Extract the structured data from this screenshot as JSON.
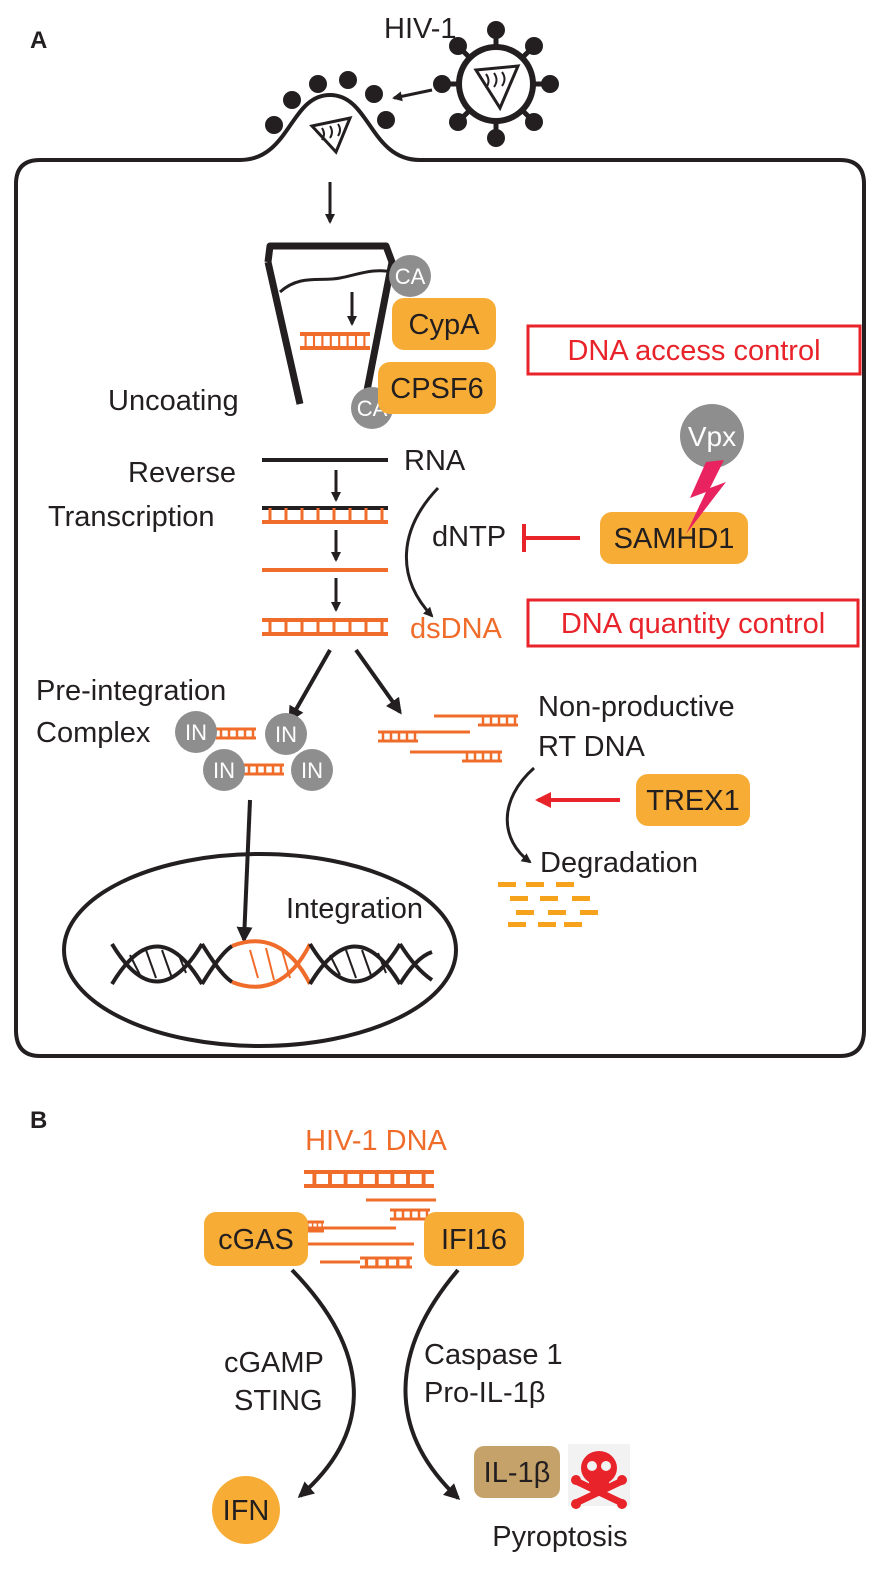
{
  "panels": {
    "a": "A",
    "b": "B"
  },
  "labels": {
    "hiv1": "HIV-1",
    "ca": "CA",
    "cypa": "CypA",
    "cpsf6": "CPSF6",
    "uncoating": "Uncoating",
    "dna_access_control": "DNA access control",
    "vpx": "Vpx",
    "reverse": "Reverse",
    "transcription": "Transcription",
    "rna": "RNA",
    "dntp": "dNTP",
    "samhd1": "SAMHD1",
    "dsdna": "dsDNA",
    "dna_quantity_control": "DNA quantity control",
    "pre_integration": "Pre-integration",
    "complex": "Complex",
    "in": "IN",
    "non_productive": "Non-productive",
    "rt_dna": "RT DNA",
    "trex1": "TREX1",
    "degradation": "Degradation",
    "integration": "Integration",
    "hiv1_dna": "HIV-1 DNA",
    "cgas": "cGAS",
    "ifi16": "IFI16",
    "cgamp": "cGAMP",
    "sting": "STING",
    "caspase1": "Caspase 1",
    "pro_il1b": "Pro-IL-1β",
    "ifn": "IFN",
    "il1b": "IL-1β",
    "pyroptosis": "Pyroptosis"
  },
  "colors": {
    "orange_box": "#f7ad35",
    "dna_orange": "#ef6c2a",
    "red": "#e8232a",
    "grey": "#8e8e8e",
    "il1b_box": "#c4a26a",
    "text": "#231f20"
  },
  "icons": {
    "death": "skull-crossbones-icon",
    "virus": "virus-icon"
  }
}
